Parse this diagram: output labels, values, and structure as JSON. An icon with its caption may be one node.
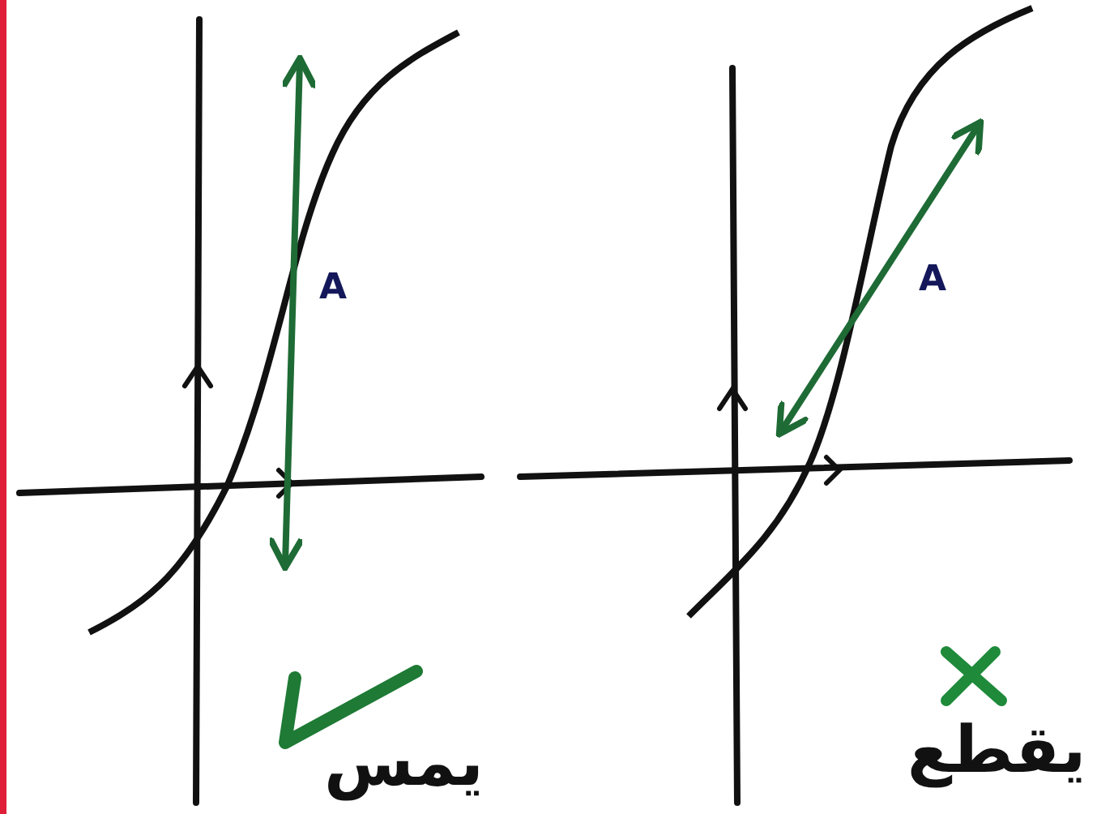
{
  "diagram": {
    "labels": [
      "A",
      "A",
      "يمس",
      "يقطع"
    ]
  }
}
